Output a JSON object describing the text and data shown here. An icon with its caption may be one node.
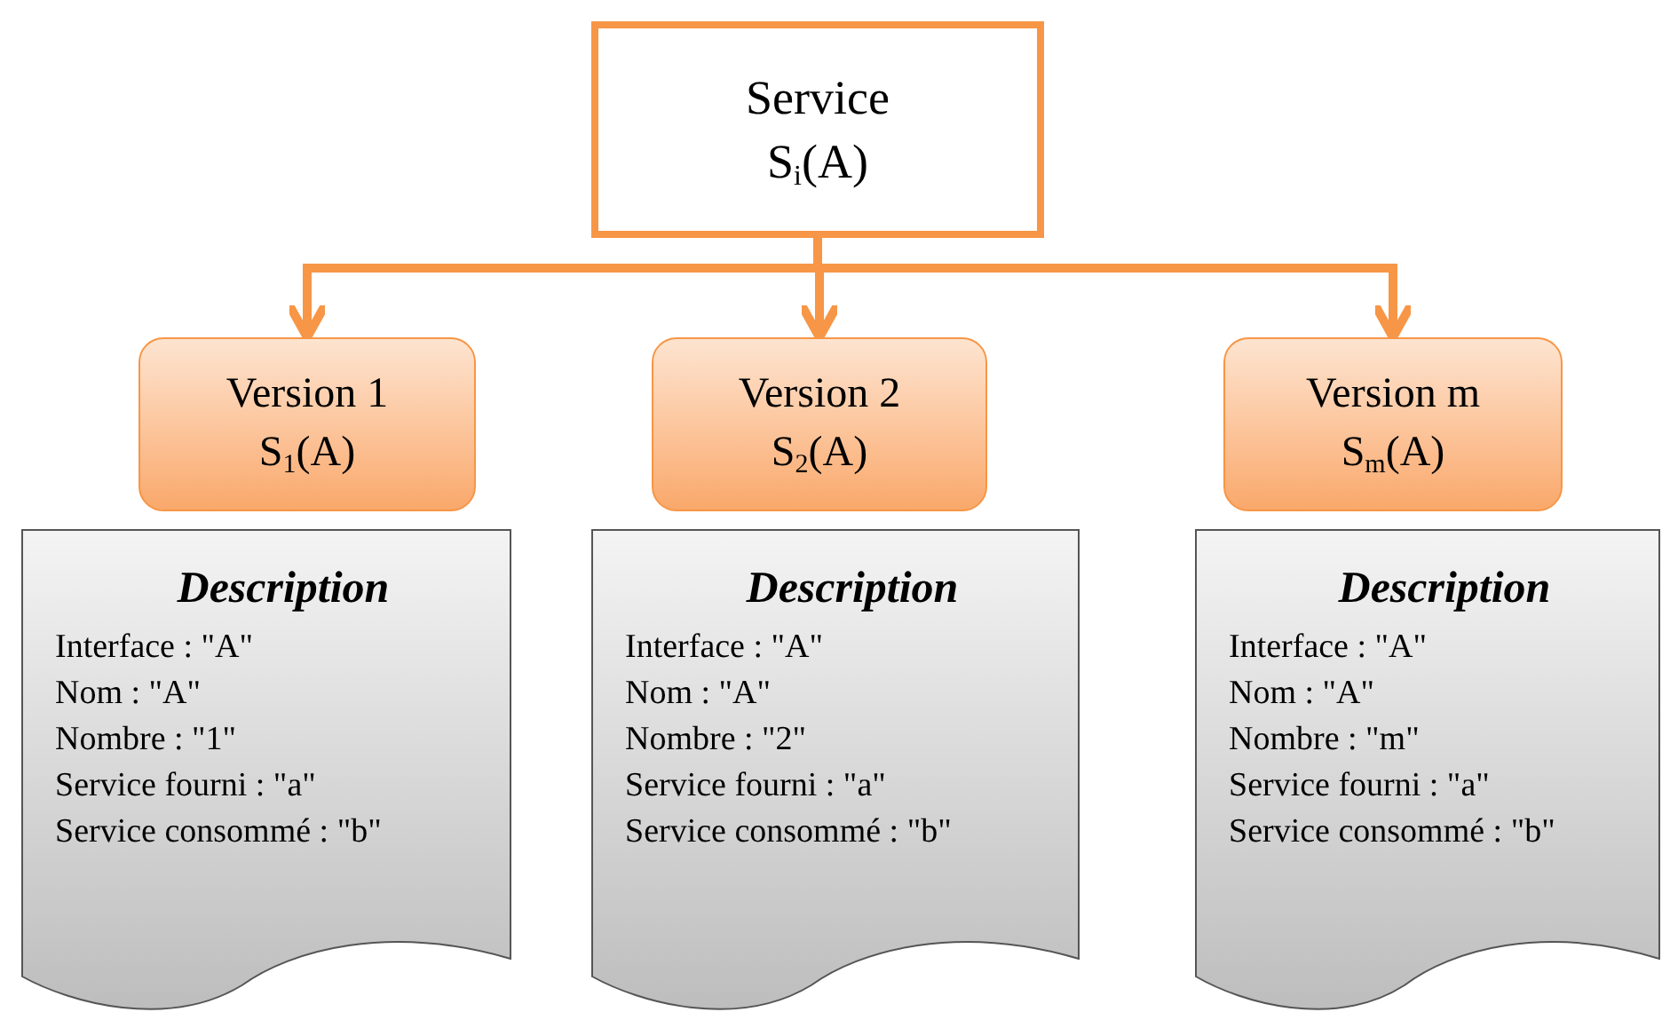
{
  "diagram": {
    "nodes": [
      {
        "text": [
          "Service",
          "S$_{i}$(A)"
        ]
      },
      {
        "text": [
          "Version 1",
          "S$_{1}$(A)"
        ]
      },
      {
        "text": [
          "Version 2",
          "S$_{2}$(A)"
        ]
      },
      {
        "text": [
          "Version m",
          "S$_{m}$(A)"
        ]
      },
      {
        "text": [
          "Description",
          "Interface : \"A\"",
          "Nom : \"A\"",
          "Nombre : \"1\"",
          "Service fourni : \"a\"",
          "Service consommé : \"b\""
        ]
      },
      {
        "text": [
          "Description",
          "Interface : \"A\"",
          "Nom : \"A\"",
          "Nombre : \"2\"",
          "Service fourni : \"a\"",
          "Service consommé : \"b\""
        ]
      },
      {
        "text": [
          "Description",
          "Interface : \"A\"",
          "Nom : \"A\"",
          "Nombre : \"m\"",
          "Service fourni : \"a\"",
          "Service consommé : \"b\""
        ]
      }
    ],
    "edges": [
      {
        "from": 0,
        "to": 1,
        "arrow": "to"
      },
      {
        "from": 0,
        "to": 2,
        "arrow": "to"
      },
      {
        "from": 0,
        "to": 3,
        "arrow": "to"
      }
    ]
  }
}
